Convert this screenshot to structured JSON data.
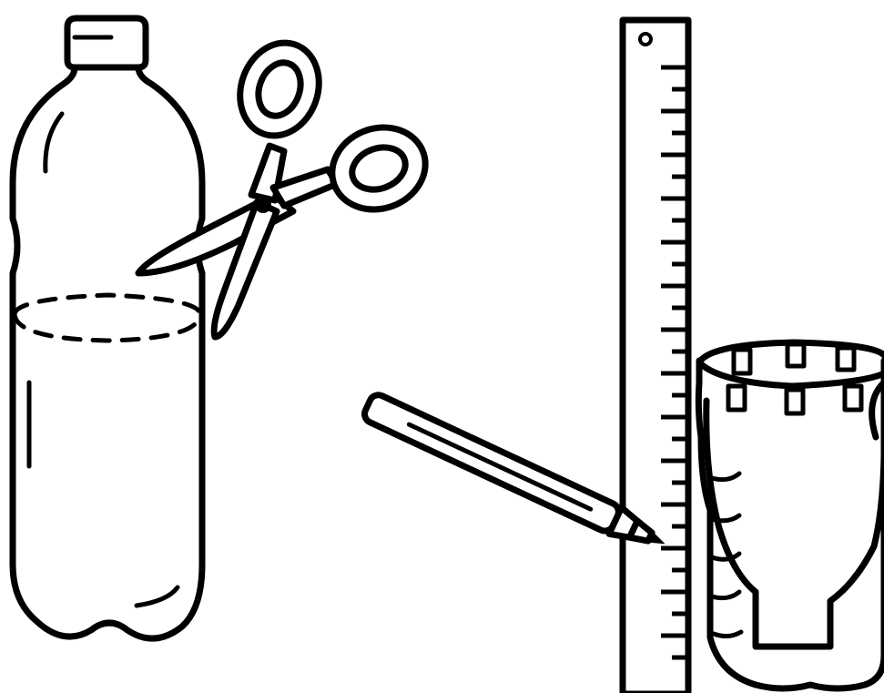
{
  "scene": {
    "items": [
      {
        "name": "plastic-bottle",
        "icon": "bottle-icon"
      },
      {
        "name": "cut-guide",
        "icon": "dashed-line-icon"
      },
      {
        "name": "scissors",
        "icon": "scissors-icon"
      },
      {
        "name": "ruler",
        "icon": "ruler-icon"
      },
      {
        "name": "marker",
        "icon": "marker-pen-icon"
      },
      {
        "name": "cut-bottle-bottom",
        "icon": "cut-bottle-icon"
      }
    ],
    "stroke_color": "#000000",
    "background": "#ffffff"
  }
}
